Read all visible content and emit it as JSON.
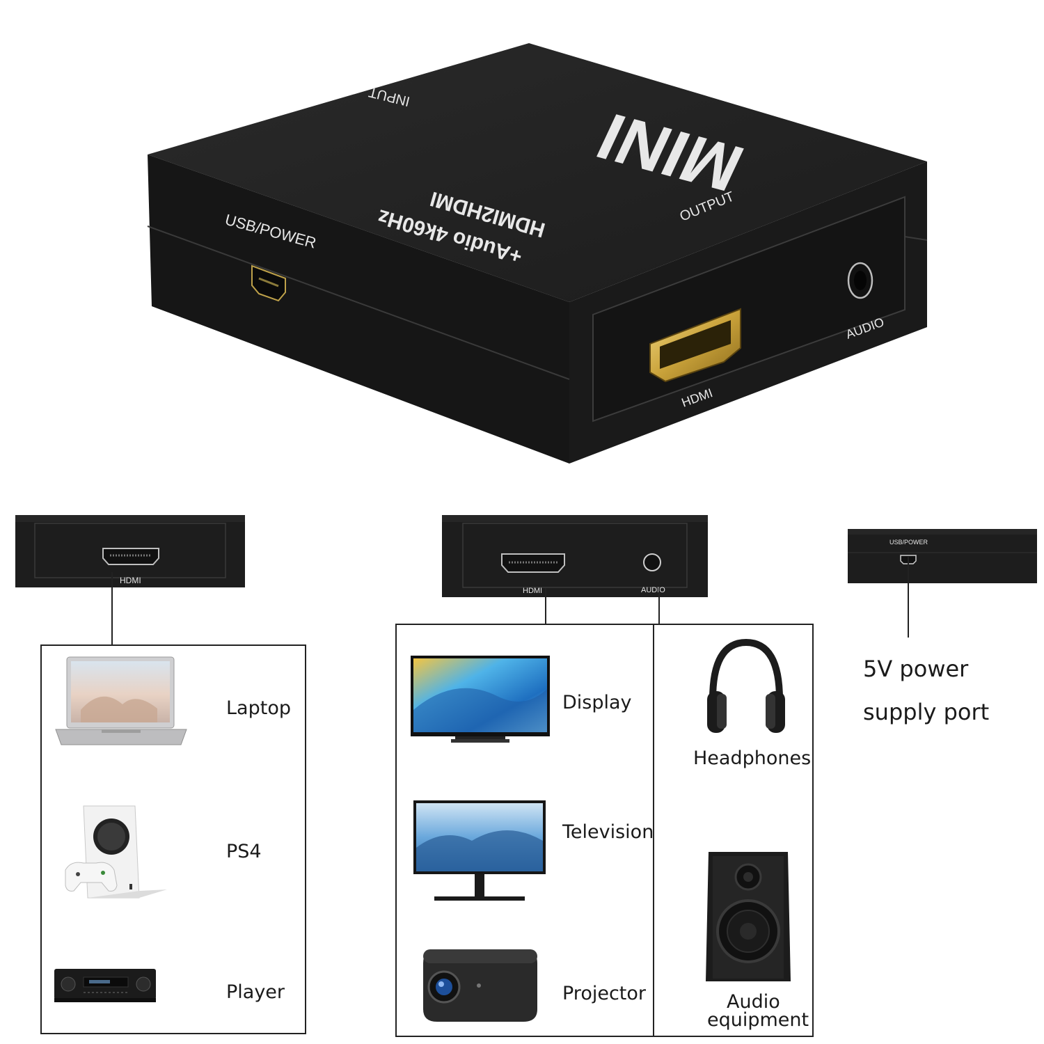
{
  "device": {
    "top_title": "MINI",
    "model_line_1": "HDMI2HDMI",
    "model_line_2": "+Audio 4k60Hz",
    "input_label": "INPUT",
    "output_label": "OUTPUT",
    "usb_power_label": "USB/POWER",
    "hdmi_label": "HDMI",
    "audio_label": "AUDIO"
  },
  "diagrams": {
    "input_panel": {
      "hdmi_label": "HDMI"
    },
    "output_panel": {
      "hdmi_label": "HDMI",
      "audio_label": "AUDIO"
    },
    "power_panel": {
      "usb_power_label": "USB/POWER"
    }
  },
  "sources": [
    {
      "label": "Laptop",
      "icon": "laptop-icon"
    },
    {
      "label": "PS4",
      "icon": "game-console-icon"
    },
    {
      "label": "Player",
      "icon": "av-receiver-icon"
    }
  ],
  "video_outputs": [
    {
      "label": "Display",
      "icon": "monitor-icon"
    },
    {
      "label": "Television",
      "icon": "tv-icon"
    },
    {
      "label": "Projector",
      "icon": "projector-icon"
    }
  ],
  "audio_outputs": [
    {
      "label": "Headphones",
      "icon": "headphones-icon"
    },
    {
      "label_line_1": "Audio",
      "label_line_2": "equipment",
      "icon": "speaker-icon"
    }
  ],
  "power": {
    "line_1": "5V power",
    "line_2": "supply port"
  },
  "colors": {
    "device_body": "#1e1e1e",
    "port_gold": "#c9a23a",
    "lines": "#222222"
  }
}
